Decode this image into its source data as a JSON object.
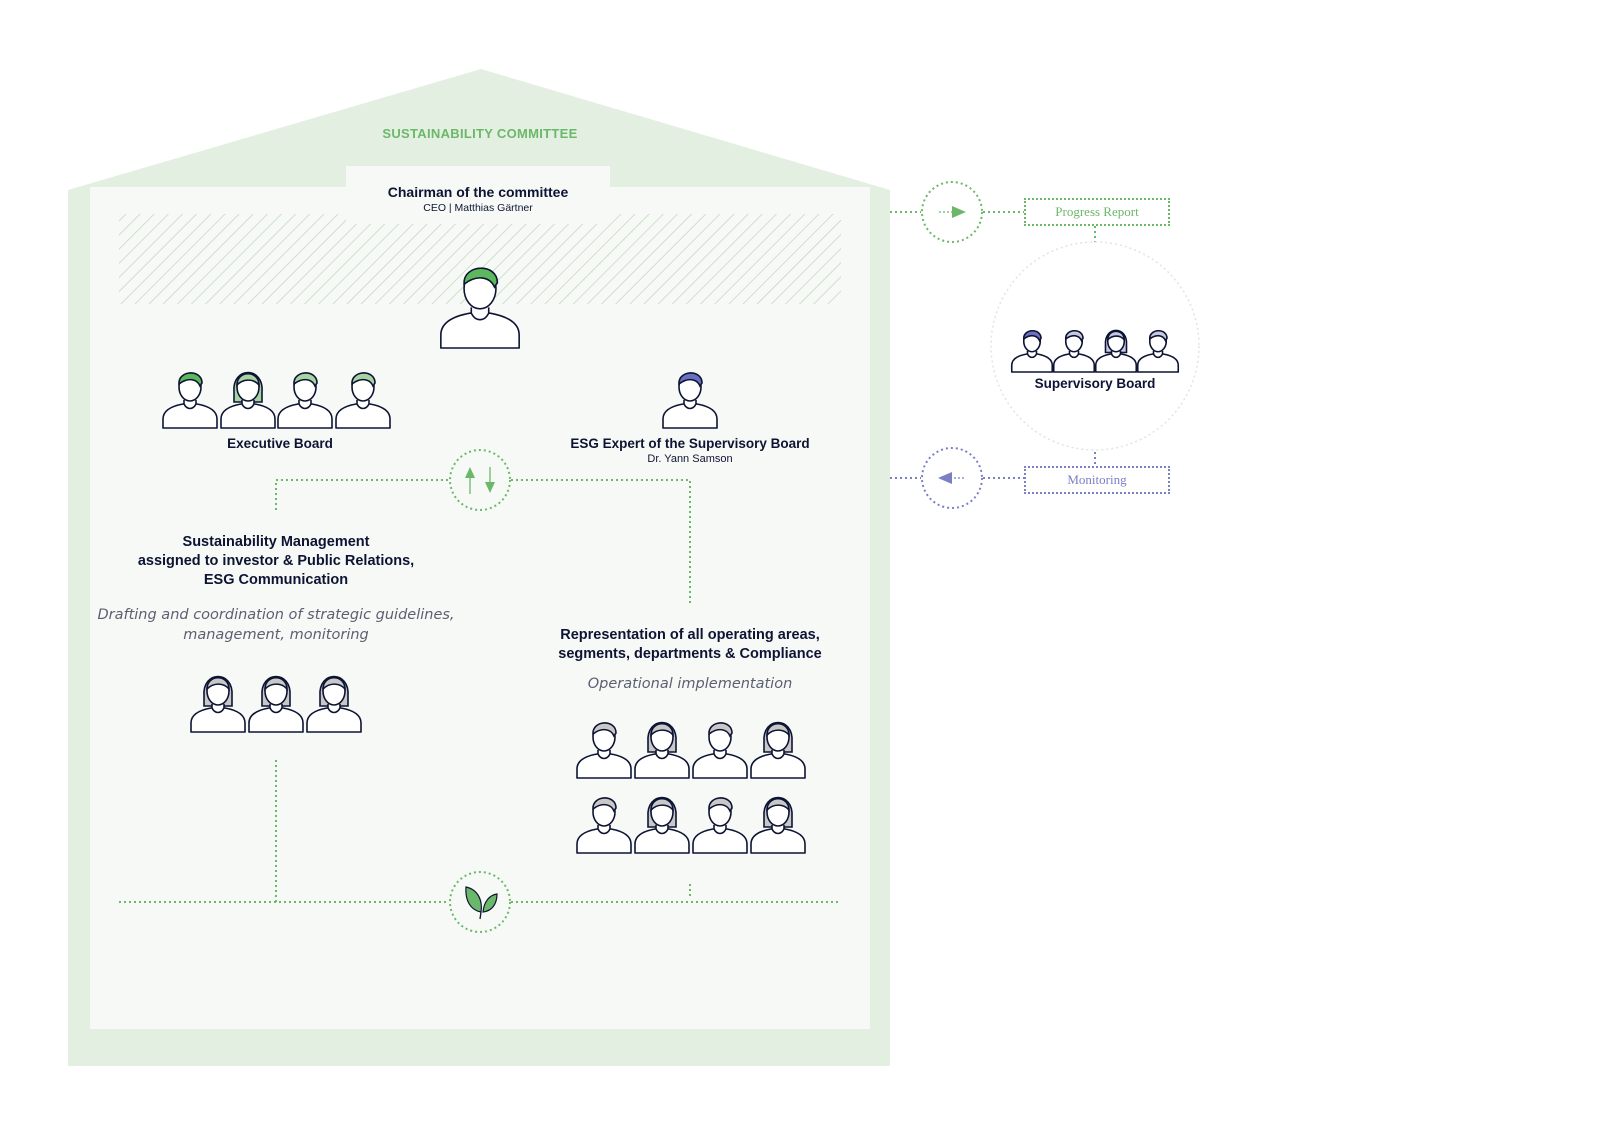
{
  "committee": {
    "title": "SUSTAINABILITY COMMITTEE",
    "chairman_title": "Chairman of the committee",
    "chairman_sub": "CEO | Matthias Gärtner"
  },
  "executive_board": {
    "label": "Executive Board"
  },
  "esg_expert": {
    "title": "ESG Expert of the Supervisory Board",
    "name": "Dr. Yann Samson"
  },
  "sustainability_management": {
    "lines": [
      "Sustainability Management",
      "assigned to investor & Public Relations,",
      "ESG Communication"
    ],
    "desc_lines": [
      "Drafting and coordination of strategic guidelines,",
      "management, monitoring"
    ]
  },
  "operating_areas": {
    "lines": [
      "Representation of all operating areas,",
      "segments, departments & Compliance"
    ],
    "desc": "Operational implementation"
  },
  "supervisory_board": {
    "label": "Supervisory Board",
    "progress_report": "Progress Report",
    "monitoring": "Monitoring"
  },
  "colors": {
    "house_outer": "#e3f0e1",
    "house_inner": "#f7f9f6",
    "green_accent": "#6cb86a",
    "purple_accent": "#7b7fc4",
    "navy_text": "#0d1433"
  }
}
